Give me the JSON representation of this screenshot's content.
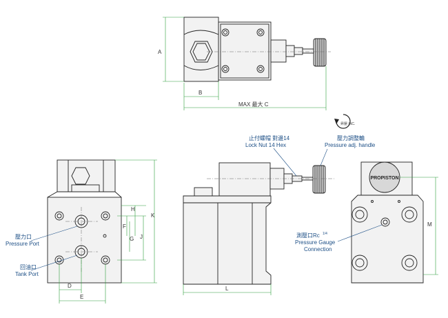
{
  "dimensions": {
    "a": "A",
    "b": "B",
    "max_c": "MAX 最大 C",
    "h": "H",
    "k": "K",
    "f": "F",
    "g": "G",
    "j": "J",
    "d": "D",
    "e": "E",
    "l": "L",
    "m": "M"
  },
  "labels": {
    "rotation_zh": "昇壓 INC.",
    "lock_nut_zh": "止付螺帽 對邊14",
    "lock_nut_en": "Lock Nut 14 Hex",
    "pressure_handle_zh": "壓力調整輪",
    "pressure_handle_en": "Pressure adj. handle",
    "pressure_port_zh": "壓力口",
    "pressure_port_en": "Pressure Port",
    "tank_port_zh": "回油口",
    "tank_port_en": "Tank Port",
    "gauge_zh": "測壓口Rc",
    "gauge_frac": "1/4",
    "gauge_en1": "Pressure Gauge",
    "gauge_en2": "Connection",
    "brand": "PROPISTON"
  },
  "colors": {
    "label": "#1d4f86",
    "dimension_line": "#2e9e3c",
    "line": "#222222"
  }
}
